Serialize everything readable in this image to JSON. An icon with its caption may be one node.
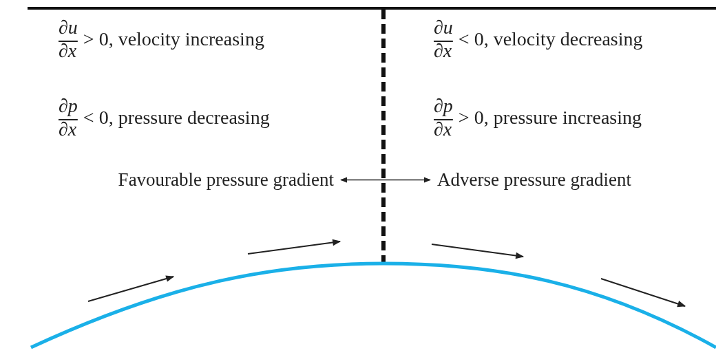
{
  "diagram": {
    "nodes": [
      {
        "text": [
          "Favourable pressure gradient"
        ]
      },
      {
        "text": [
          "Adverse pressure gradient"
        ]
      }
    ],
    "edges": [
      {
        "from": 0,
        "to": 1,
        "arrow": "both"
      }
    ],
    "labels": [
      "∂u",
      "∂x",
      "> 0, velocity increasing",
      "∂u",
      "∂x",
      "< 0, velocity decreasing",
      "∂p",
      "∂x",
      "< 0, pressure decreasing",
      "∂p",
      "∂x",
      "> 0, pressure increasing"
    ]
  }
}
